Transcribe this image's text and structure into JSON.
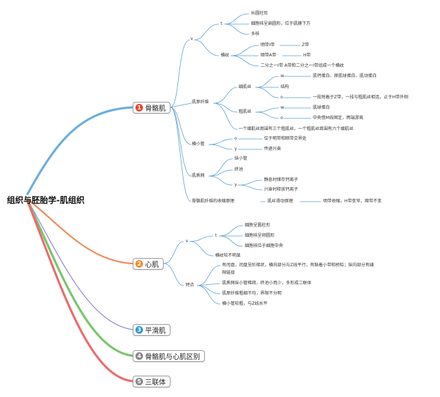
{
  "root": "组织与胚胎学-肌组织",
  "colors": {
    "skeletal": "#6aaee0",
    "cardiac": "#ee8a58",
    "smooth": "#8f86d6",
    "diff": "#77c56b",
    "triad": "#ec6b6b",
    "line": "#5a9fd4"
  },
  "topics": [
    {
      "num": "1",
      "label": "骨骼肌",
      "num_color": "#e8452e"
    },
    {
      "num": "2",
      "label": "心肌",
      "num_color": "#f08a2e"
    },
    {
      "num": "3",
      "label": "平滑肌",
      "num_color": "#2e9ad8"
    },
    {
      "num": "4",
      "label": "骨骼肌与心肌区别",
      "num_color": "#888888"
    },
    {
      "num": "5",
      "label": "三联体",
      "num_color": "#888888"
    }
  ],
  "skeletal": {
    "v": "v",
    "t": "t",
    "t_items": [
      "长圆柱形",
      "细胞核呈扁圆形，位于肌膜下方",
      "多核"
    ],
    "hengwen": "横纹",
    "hengwen_rows": [
      {
        "a": "明带I带",
        "b": "Z带"
      },
      {
        "a": "暗带A带",
        "b": "H带"
      }
    ],
    "hengwen_note": "二分之一I带 A带和二分之一I带组成一个横纹",
    "myofibril": "肌原纤维",
    "xijisi": "细肌丝",
    "xijisi_w": "w",
    "xijisi_w_text": "肌钙蛋白、原肌球蛋白、肌动蛋白",
    "jiegou": "结构",
    "xijisi_o": "o",
    "xijisi_o_text": "一段附着于Z带，一段与粗肌丝相连，止于H带外侧",
    "cujisi": "粗肌丝",
    "cujisi_w": "w",
    "cujisi_w_text": "肌球蛋白",
    "cujisi_o": "o",
    "cujisi_o_text": "中央借M线固定，两端游离",
    "filament_note": "一个细肌丝周围有三个粗肌丝，一个粗肌丝周围有六个细肌丝",
    "ttube": "横小管",
    "ttube_o": "o",
    "ttube_o_text": "位于明带和暗带交界处",
    "ttube_y": "y",
    "ttube_y_text": "传递兴奋",
    "sr": "肌质网",
    "sr_items": [
      "纵小管",
      "终池"
    ],
    "sr_y": "y",
    "sr_y_items": [
      "静息时储存钙离子",
      "兴奋时释放钙离子"
    ],
    "contraction": "骨骼肌纤维的收缩原理",
    "sliding": "肌丝滑动原理",
    "sliding_text": "明带收缩，H带变窄，暗带不变"
  },
  "cardiac": {
    "v": "v",
    "t": "t",
    "t_items": [
      "细胞呈圆柱形",
      "细胞核呈卵圆形",
      "细胞核位于细胞中央"
    ],
    "v_note": "横纹较不明显",
    "features": "特点",
    "feature_items": [
      "有闰盘，闰盘呈阶梯状，横向部分与Z线平行，有黏着小带和桥粒；纵向部分有缝",
      "隙链接",
      "肌质网纵小管稀疏，终池小而少，多形成二联体",
      "肌原纤维粗细不均，界限不分明",
      "横小管较粗，与Z线水平"
    ]
  }
}
